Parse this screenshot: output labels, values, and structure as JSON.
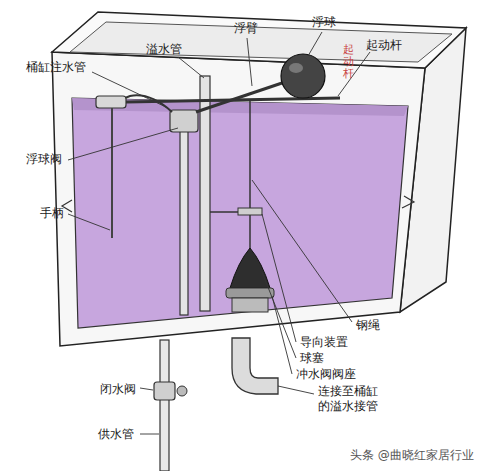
{
  "diagram": {
    "labels": [
      "溢水管",
      "浮臂",
      "浮球",
      "起动杆",
      "桶缸注水管",
      "起动杆",
      "浮球阀",
      "手柄",
      "钢绳",
      "导向装置",
      "球塞",
      "冲水阀阀座",
      "闭水阀",
      "连接至桶缸 的溢水接管",
      "供水管",
      "头条 @曲晓红家居行业"
    ]
  }
}
